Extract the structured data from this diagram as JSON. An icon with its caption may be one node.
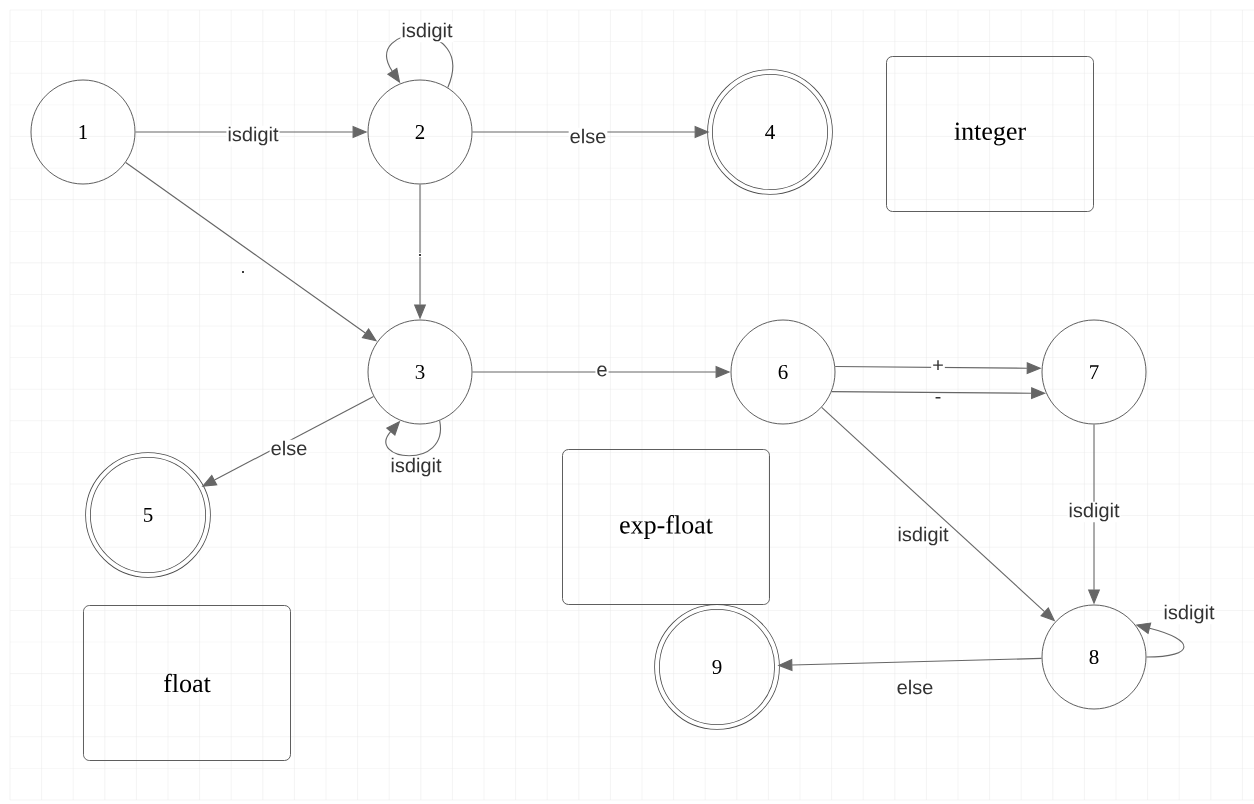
{
  "diagram": {
    "nodes": [
      {
        "text": [
          "1"
        ]
      },
      {
        "text": [
          "2"
        ]
      },
      {
        "text": [
          "4"
        ]
      },
      {
        "text": [
          "integer"
        ]
      },
      {
        "text": [
          "3"
        ]
      },
      {
        "text": [
          "6"
        ]
      },
      {
        "text": [
          "7"
        ]
      },
      {
        "text": [
          "5"
        ]
      },
      {
        "text": [
          "exp-float"
        ]
      },
      {
        "text": [
          "8"
        ]
      },
      {
        "text": [
          "float"
        ]
      },
      {
        "text": [
          "9"
        ]
      }
    ],
    "edges": [
      {
        "from": 0,
        "to": 1,
        "arrow": "to",
        "label": "isdigit"
      },
      {
        "from": 1,
        "to": 1,
        "arrow": "to",
        "label": "isdigit"
      },
      {
        "from": 1,
        "to": 2,
        "arrow": "to",
        "label": "else"
      },
      {
        "from": 0,
        "to": 4,
        "arrow": "to",
        "label": "."
      },
      {
        "from": 1,
        "to": 4,
        "arrow": "to",
        "label": "."
      },
      {
        "from": 4,
        "to": 4,
        "arrow": "to",
        "label": "isdigit"
      },
      {
        "from": 4,
        "to": 7,
        "arrow": "to",
        "label": "else"
      },
      {
        "from": 4,
        "to": 5,
        "arrow": "to",
        "label": "e"
      },
      {
        "from": 5,
        "to": 6,
        "arrow": "to",
        "label": "+"
      },
      {
        "from": 5,
        "to": 6,
        "arrow": "to",
        "label": "-"
      },
      {
        "from": 5,
        "to": 9,
        "arrow": "to",
        "label": "isdigit"
      },
      {
        "from": 6,
        "to": 9,
        "arrow": "to",
        "label": "isdigit"
      },
      {
        "from": 9,
        "to": 9,
        "arrow": "to",
        "label": "isdigit"
      },
      {
        "from": 9,
        "to": 11,
        "arrow": "to",
        "label": "else"
      }
    ]
  }
}
